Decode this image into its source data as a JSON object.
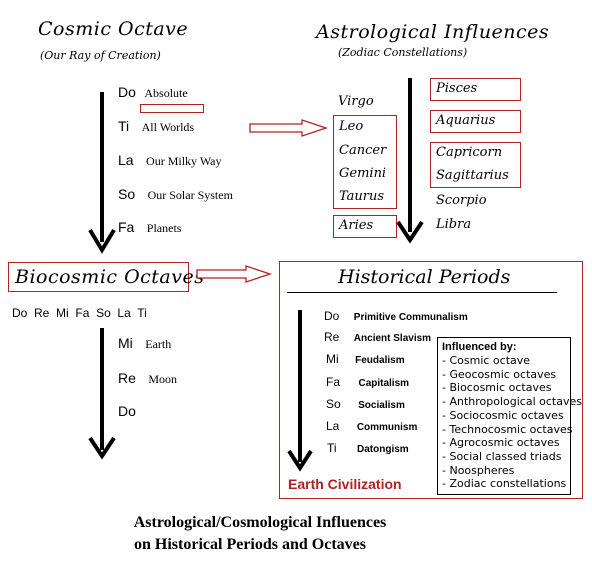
{
  "cosmic": {
    "title": "Cosmic Octave",
    "subtitle": "(Our Ray of Creation)",
    "notes": [
      {
        "note": "Do",
        "label": "Absolute"
      },
      {
        "note": "Ti",
        "label": "All Worlds"
      },
      {
        "note": "La",
        "label": "Our Milky Way"
      },
      {
        "note": "So",
        "label": "Our Solar System"
      },
      {
        "note": "Fa",
        "label": "Planets"
      }
    ]
  },
  "astro": {
    "title": "Astrological Influences",
    "subtitle": "(Zodiac Constellations)",
    "left": [
      "Virgo",
      "Leo",
      "Cancer",
      "Gemini",
      "Taurus",
      "Aries"
    ],
    "right": [
      "Pisces",
      "Aquarius",
      "Capricorn",
      "Sagittarius",
      "Scorpio",
      "Libra"
    ]
  },
  "biocosmic": {
    "title": "Biocosmic Octaves",
    "scale": [
      "Do",
      "Re",
      "Mi",
      "Fa",
      "So",
      "La",
      "Ti"
    ],
    "notes": [
      {
        "note": "Mi",
        "label": "Earth"
      },
      {
        "note": "Re",
        "label": "Moon"
      },
      {
        "note": "Do",
        "label": ""
      }
    ]
  },
  "historical": {
    "title": "Historical Periods",
    "notes": [
      {
        "note": "Do",
        "label": "Primitive  Communalism"
      },
      {
        "note": "Re",
        "label": "Ancient Slavism"
      },
      {
        "note": "Mi",
        "label": "Feudalism"
      },
      {
        "note": "Fa",
        "label": "Capitalism"
      },
      {
        "note": "So",
        "label": "Socialism"
      },
      {
        "note": "La",
        "label": "Communism"
      },
      {
        "note": "Ti",
        "label": "Datongism"
      }
    ],
    "footer": "Earth Civilization",
    "footer_color": "#b22222",
    "influenced": {
      "title": "Influenced by:",
      "items": [
        "- Cosmic octave",
        "- Geocosmic octaves",
        "- Biocosmic octaves",
        "- Anthropological octaves",
        "- Sociocosmic octaves",
        "- Technocosmic octaves",
        "- Agrocosmic octaves",
        "- Social classed triads",
        "- Noospheres",
        "- Zodiac constellations"
      ]
    }
  },
  "caption": {
    "line1": "Astrological/Cosmological Influences",
    "line2": "on Historical Periods and Octaves"
  },
  "colors": {
    "box_border": "#b22222",
    "arrow": "#000000",
    "hollow_arrow": "#b22222"
  }
}
